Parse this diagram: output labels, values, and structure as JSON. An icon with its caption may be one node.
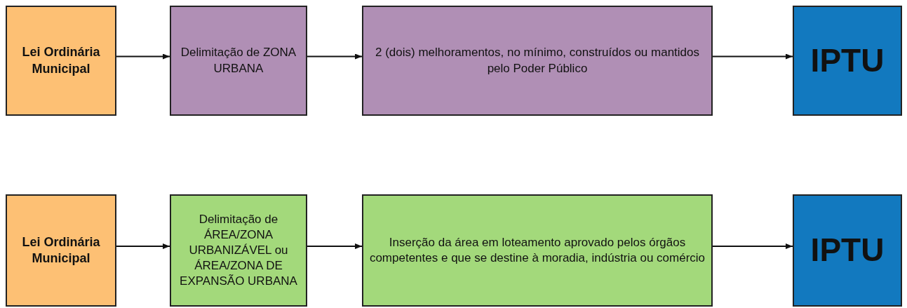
{
  "diagram": {
    "nodes": [
      {
        "text": [
          "Lei Ordinária Municipal"
        ]
      },
      {
        "text": [
          "Delimitação de ZONA URBANA"
        ]
      },
      {
        "text": [
          "2 (dois) melhoramentos, no mínimo, construídos ou mantidos pelo Poder Público"
        ]
      },
      {
        "text": [
          "IPTU"
        ]
      },
      {
        "text": [
          "Lei Ordinária Municipal"
        ]
      },
      {
        "text": [
          "Delimitação de ÁREA/ZONA URBANIZÁVEL ou ÁREA/ZONA DE EXPANSÃO URBANA"
        ]
      },
      {
        "text": [
          "Inserção da área em loteamento aprovado pelos órgãos competentes e que se destine à moradia, indústria ou comércio"
        ]
      },
      {
        "text": [
          "IPTU"
        ]
      }
    ],
    "edges": [
      {
        "from": 0,
        "to": 1,
        "arrow": "to"
      },
      {
        "from": 1,
        "to": 2,
        "arrow": "to"
      },
      {
        "from": 2,
        "to": 3,
        "arrow": "to"
      },
      {
        "from": 4,
        "to": 5,
        "arrow": "to"
      },
      {
        "from": 5,
        "to": 6,
        "arrow": "to"
      },
      {
        "from": 6,
        "to": 7,
        "arrow": "to"
      }
    ]
  }
}
